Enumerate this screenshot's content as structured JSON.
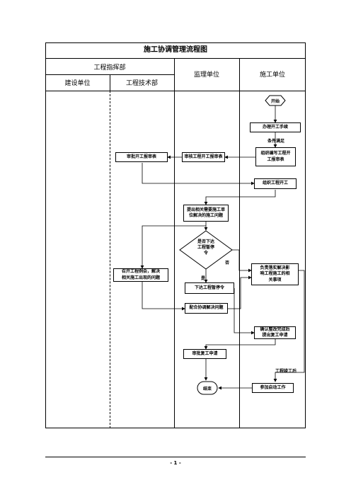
{
  "title": "施工协调管理流程图",
  "headers": {
    "command": "工程指挥部",
    "owner": "建设单位",
    "tech": "工程技术部",
    "supervisor": "监理单位",
    "contractor": "施工单位"
  },
  "nodes": {
    "start": "开始",
    "permits": "办理开工手续",
    "fill_report": "组织编写工程开\n工报审表",
    "review_report": "审核工程开工报审表",
    "approve_report": "审批开工报审表",
    "organize_start": "组织工程开工",
    "raise_issue": "提出相关需要施工单\n位解决的施工问题",
    "decision": "是否下达\n工程暂停\n令",
    "meeting": "召开工程例会，解决\n相关施工出现的问题",
    "resolve": "负责落实解决影\n响工程施工的相\n关事项",
    "issue_pause": "下达工程暂停令",
    "coordinate": "配合协调解决问题",
    "confirm": "确认整改完成后\n提出复工申请",
    "approve_resume": "审批复工申请",
    "end": "结束",
    "join_startup": "参加启动工作"
  },
  "edge_labels": {
    "conditions": "条件满足",
    "no": "否",
    "yes": "是",
    "completion": "工程竣工后"
  },
  "footer": {
    "page_number": "- 1 -"
  }
}
